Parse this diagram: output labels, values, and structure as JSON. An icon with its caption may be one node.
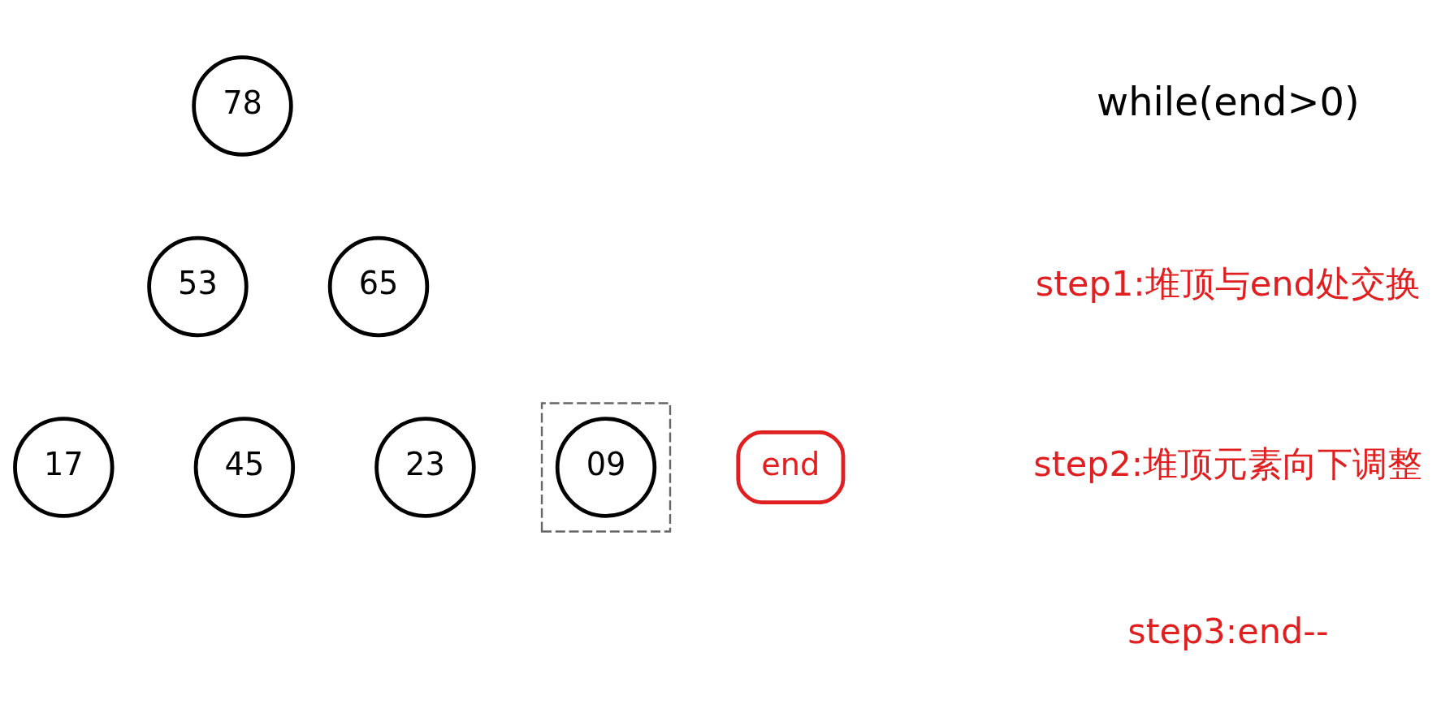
{
  "diagram": {
    "nodes": [
      {
        "text": [
          "78"
        ]
      },
      {
        "text": [
          "53"
        ]
      },
      {
        "text": [
          "65"
        ]
      },
      {
        "text": [
          "17"
        ]
      },
      {
        "text": [
          "45"
        ]
      },
      {
        "text": [
          "23"
        ]
      },
      {
        "text": [],
        "shape": "box"
      },
      {
        "text": [
          "09"
        ],
        "in": 6
      },
      {
        "text": [
          "end"
        ]
      }
    ],
    "edges": [],
    "labels": [
      "while(end>0)",
      "step1:堆顶与end处交换",
      "step2:堆顶元素向下调整",
      "step3:end--"
    ]
  }
}
